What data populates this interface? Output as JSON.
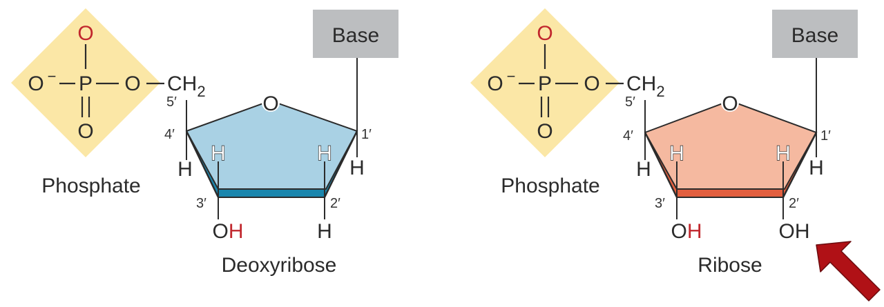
{
  "colors": {
    "phosphate_diamond": "#fbe7a6",
    "base_box": "#bcbec0",
    "deoxyribose_fill": "#a9d1e4",
    "deoxyribose_edge": "#1a86ad",
    "ribose_fill": "#f5b9a0",
    "ribose_edge": "#e25f3f",
    "highlight_red": "#c1272d",
    "arrow": "#b01116"
  },
  "left": {
    "base_label": "Base",
    "phosphate": {
      "o_top": "O",
      "o_minus": "O",
      "minus_sign": "−",
      "p": "P",
      "o_bridge": "O",
      "o_bottom": "O",
      "ch": "CH",
      "ch_sub": "2",
      "label": "Phosphate"
    },
    "ring_oxygen": "O",
    "primes": {
      "c5": "5′",
      "c4": "4′",
      "c3": "3′",
      "c2": "2′",
      "c1": "1′"
    },
    "h4": "H",
    "h3_inner": "H",
    "h2_inner": "H",
    "h1": "H",
    "c3_sub_o": "O",
    "c3_sub_h": "H",
    "c2_sub": "H",
    "name": "Deoxyribose"
  },
  "right": {
    "base_label": "Base",
    "phosphate": {
      "o_top": "O",
      "o_minus": "O",
      "minus_sign": "−",
      "p": "P",
      "o_bridge": "O",
      "o_bottom": "O",
      "ch": "CH",
      "ch_sub": "2",
      "label": "Phosphate"
    },
    "ring_oxygen": "O",
    "primes": {
      "c5": "5′",
      "c4": "4′",
      "c3": "3′",
      "c2": "2′",
      "c1": "1′"
    },
    "h4": "H",
    "h3_inner": "H",
    "h2_inner": "H",
    "h1": "H",
    "c3_sub_o": "O",
    "c3_sub_h": "H",
    "c2_sub": "OH",
    "name": "Ribose"
  },
  "arrow_icon": "arrow-up-left-icon"
}
